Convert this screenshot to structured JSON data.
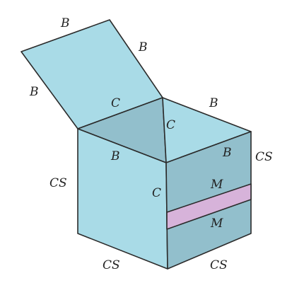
{
  "colors": {
    "face_light": "#a9dbe7",
    "face_dark": "#92bfcc",
    "band": "#d7b3da",
    "edge": "#2b2b2b",
    "label": "#222222"
  },
  "labels": {
    "lid_top": "B",
    "lid_right": "B",
    "lid_left": "B",
    "lid_hinge": "C",
    "top_back_right": "B",
    "inner_corner": "C",
    "top_front_edge": "B",
    "side_top": "B",
    "front_left": "CS",
    "front_right_edge": "C",
    "side_right": "CS",
    "band_upper": "M",
    "band_lower": "M",
    "bottom_front": "CS",
    "bottom_side": "CS"
  }
}
